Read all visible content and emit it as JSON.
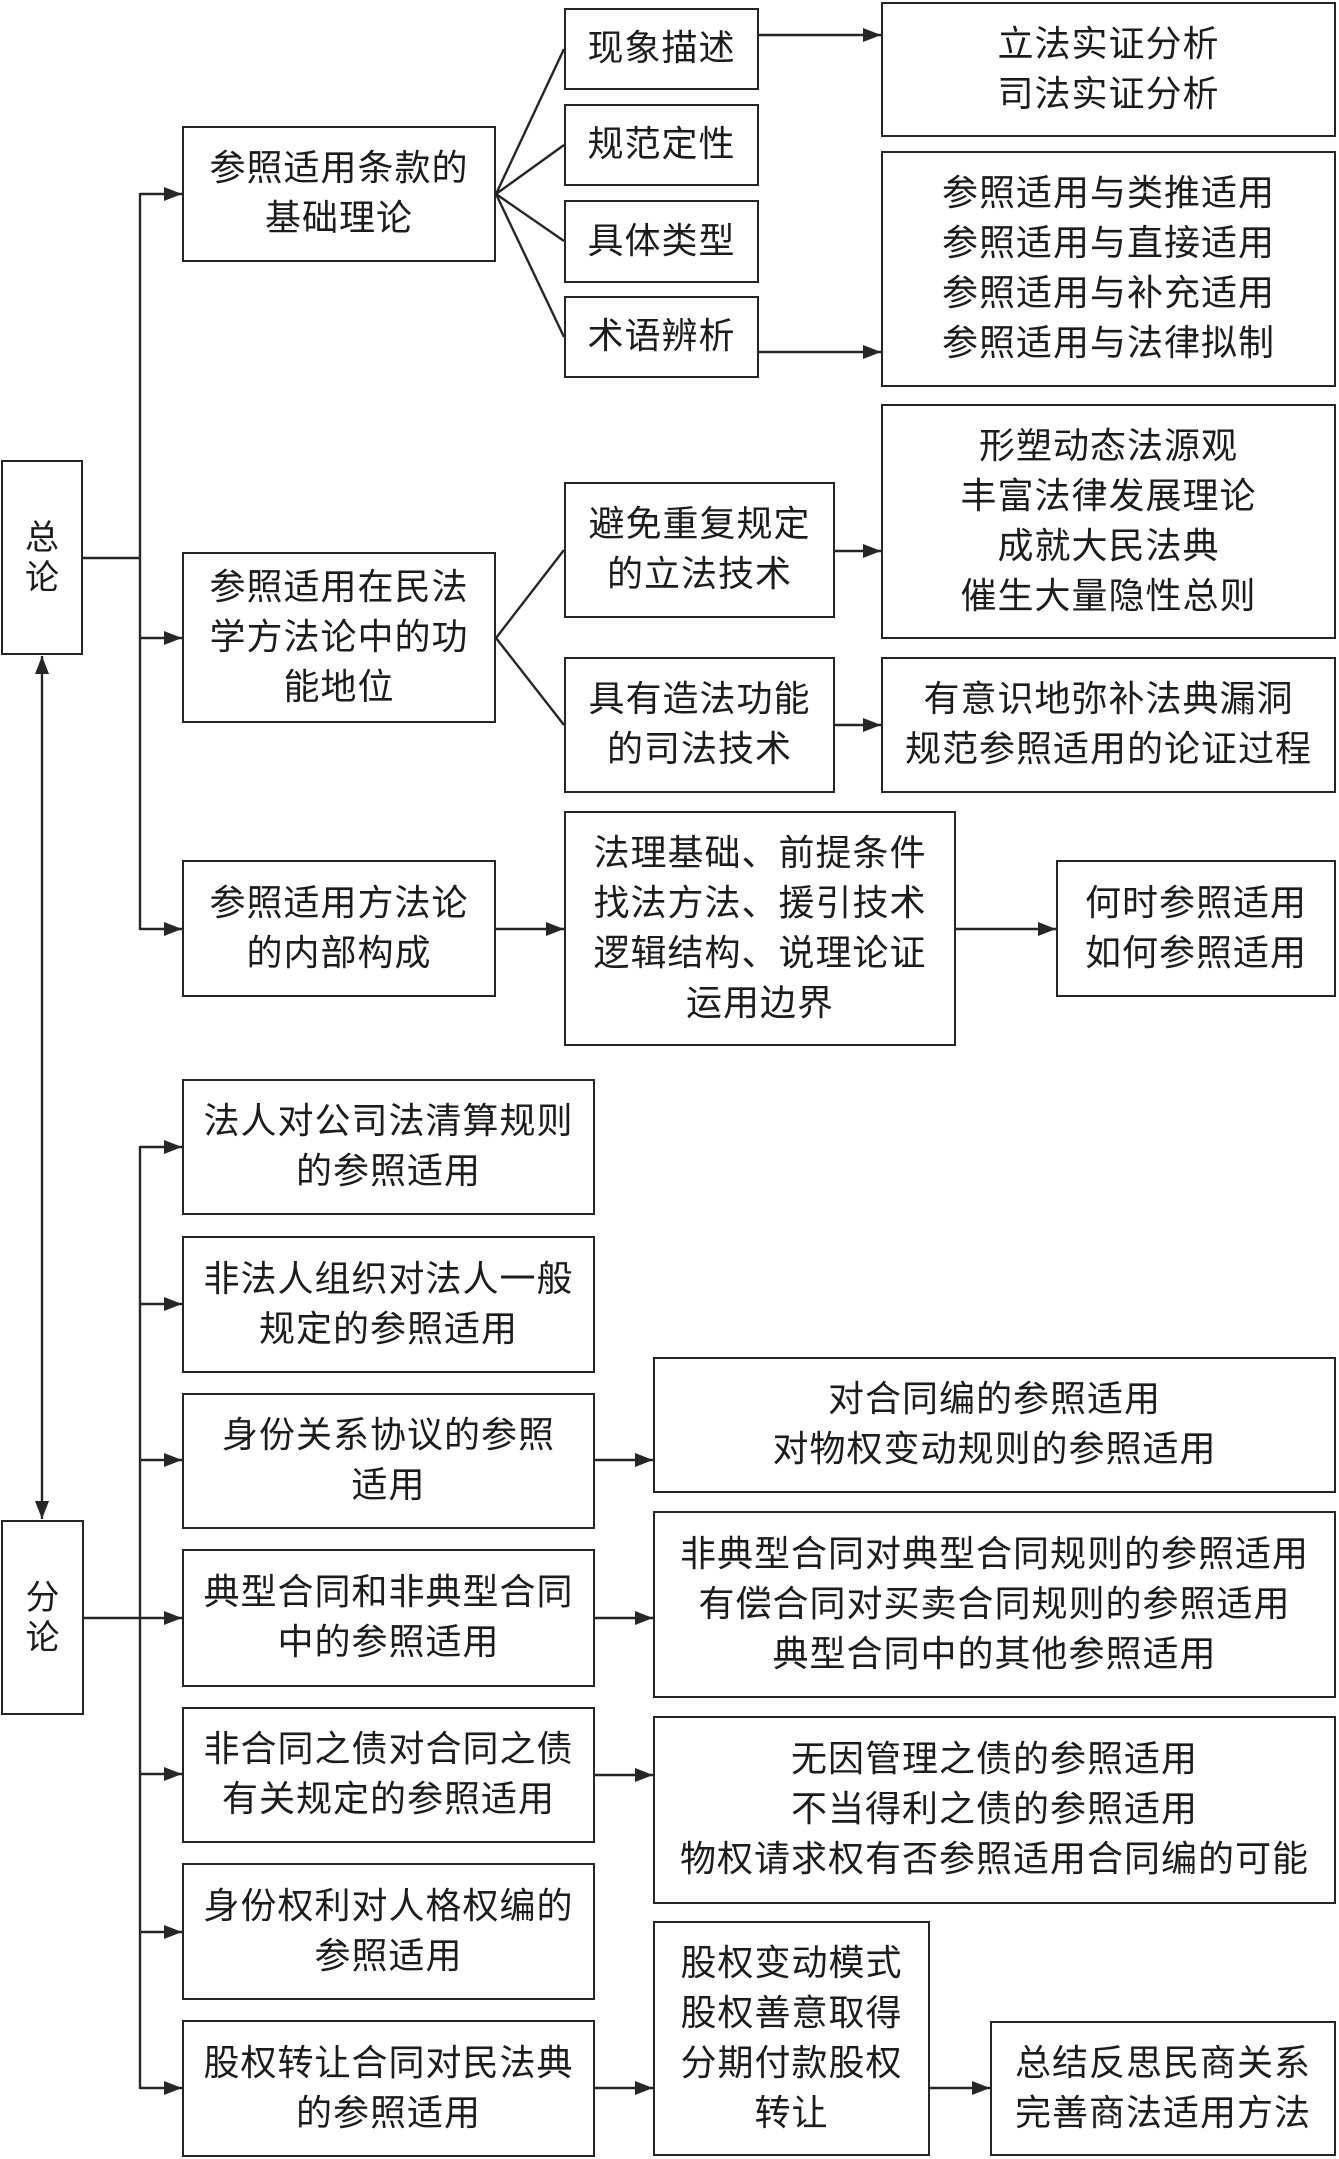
{
  "nodes": {
    "general": {
      "lines": [
        "总",
        "论"
      ]
    },
    "specific": {
      "lines": [
        "分",
        "论"
      ]
    },
    "g_basic_theory": {
      "lines": [
        "参照适用条款的",
        "基础理论"
      ]
    },
    "g_phenomenon": {
      "lines": [
        "现象描述"
      ]
    },
    "g_normative": {
      "lines": [
        "规范定性"
      ]
    },
    "g_types": {
      "lines": [
        "具体类型"
      ]
    },
    "g_terms": {
      "lines": [
        "术语辨析"
      ]
    },
    "g_empirical": {
      "lines": [
        "立法实证分析",
        "司法实证分析"
      ]
    },
    "g_term_pairs": {
      "lines": [
        "参照适用与类推适用",
        "参照适用与直接适用",
        "参照适用与补充适用",
        "参照适用与法律拟制"
      ]
    },
    "g_function": {
      "lines": [
        "参照适用在民法",
        "学方法论中的功",
        "能地位"
      ]
    },
    "g_legislative_technique": {
      "lines": [
        "避免重复规定",
        "的立法技术"
      ]
    },
    "g_judicial_technique": {
      "lines": [
        "具有造法功能",
        "的司法技术"
      ]
    },
    "g_legislative_effects": {
      "lines": [
        "形塑动态法源观",
        "丰富法律发展理论",
        "成就大民法典",
        "催生大量隐性总则"
      ]
    },
    "g_judicial_effects": {
      "lines": [
        "有意识地弥补法典漏洞",
        "规范参照适用的论证过程"
      ]
    },
    "g_internal_structure": {
      "lines": [
        "参照适用方法论",
        "的内部构成"
      ]
    },
    "g_components": {
      "lines": [
        "法理基础、前提条件",
        "找法方法、援引技术",
        "逻辑结构、说理论证",
        "运用边界"
      ]
    },
    "g_when_how": {
      "lines": [
        "何时参照适用",
        "如何参照适用"
      ]
    },
    "s_legal_person": {
      "lines": [
        "法人对公司法清算规则",
        "的参照适用"
      ]
    },
    "s_unincorporated": {
      "lines": [
        "非法人组织对法人一般",
        "规定的参照适用"
      ]
    },
    "s_status_agreement": {
      "lines": [
        "身份关系协议的参照",
        "适用"
      ]
    },
    "s_typical_contracts": {
      "lines": [
        "典型合同和非典型合同",
        "中的参照适用"
      ]
    },
    "s_non_contract_debts": {
      "lines": [
        "非合同之债对合同之债",
        "有关规定的参照适用"
      ]
    },
    "s_status_rights": {
      "lines": [
        "身份权利对人格权编的",
        "参照适用"
      ]
    },
    "s_equity_transfer": {
      "lines": [
        "股权转让合同对民法典",
        "的参照适用"
      ]
    },
    "s_status_agreement_detail": {
      "lines": [
        "对合同编的参照适用",
        "对物权变动规则的参照适用"
      ]
    },
    "s_typical_contracts_detail": {
      "lines": [
        "非典型合同对典型合同规则的参照适用",
        "有偿合同对买卖合同规则的参照适用",
        "典型合同中的其他参照适用"
      ]
    },
    "s_non_contract_debts_detail": {
      "lines": [
        "无因管理之债的参照适用",
        "不当得利之债的参照适用",
        "物权请求权有否参照适用合同编的可能"
      ]
    },
    "s_equity_transfer_detail": {
      "lines": [
        "股权变动模式",
        "股权善意取得",
        "分期付款股权",
        "转让"
      ]
    },
    "s_equity_transfer_conclusion": {
      "lines": [
        "总结反思民商关系",
        "完善商法适用方法"
      ]
    }
  },
  "edges": [
    {
      "from": "general",
      "to": "specific",
      "style": "bidirectional-arrow"
    },
    {
      "from": "general",
      "to": "g_basic_theory",
      "style": "arrow"
    },
    {
      "from": "general",
      "to": "g_function",
      "style": "arrow"
    },
    {
      "from": "general",
      "to": "g_internal_structure",
      "style": "arrow"
    },
    {
      "from": "g_basic_theory",
      "to": "g_phenomenon",
      "style": "line"
    },
    {
      "from": "g_basic_theory",
      "to": "g_normative",
      "style": "line"
    },
    {
      "from": "g_basic_theory",
      "to": "g_types",
      "style": "line"
    },
    {
      "from": "g_basic_theory",
      "to": "g_terms",
      "style": "line"
    },
    {
      "from": "g_phenomenon",
      "to": "g_empirical",
      "style": "arrow"
    },
    {
      "from": "g_terms",
      "to": "g_term_pairs",
      "style": "arrow"
    },
    {
      "from": "g_function",
      "to": "g_legislative_technique",
      "style": "line"
    },
    {
      "from": "g_function",
      "to": "g_judicial_technique",
      "style": "line"
    },
    {
      "from": "g_legislative_technique",
      "to": "g_legislative_effects",
      "style": "arrow"
    },
    {
      "from": "g_judicial_technique",
      "to": "g_judicial_effects",
      "style": "arrow"
    },
    {
      "from": "g_internal_structure",
      "to": "g_components",
      "style": "arrow"
    },
    {
      "from": "g_components",
      "to": "g_when_how",
      "style": "arrow"
    },
    {
      "from": "specific",
      "to": "s_legal_person",
      "style": "arrow"
    },
    {
      "from": "specific",
      "to": "s_unincorporated",
      "style": "arrow"
    },
    {
      "from": "specific",
      "to": "s_status_agreement",
      "style": "arrow"
    },
    {
      "from": "specific",
      "to": "s_typical_contracts",
      "style": "arrow"
    },
    {
      "from": "specific",
      "to": "s_non_contract_debts",
      "style": "arrow"
    },
    {
      "from": "specific",
      "to": "s_status_rights",
      "style": "arrow"
    },
    {
      "from": "specific",
      "to": "s_equity_transfer",
      "style": "arrow"
    },
    {
      "from": "s_status_agreement",
      "to": "s_status_agreement_detail",
      "style": "arrow"
    },
    {
      "from": "s_typical_contracts",
      "to": "s_typical_contracts_detail",
      "style": "arrow"
    },
    {
      "from": "s_non_contract_debts",
      "to": "s_non_contract_debts_detail",
      "style": "arrow"
    },
    {
      "from": "s_equity_transfer",
      "to": "s_equity_transfer_detail",
      "style": "arrow"
    },
    {
      "from": "s_equity_transfer_detail",
      "to": "s_equity_transfer_conclusion",
      "style": "arrow"
    }
  ],
  "colors": {
    "line": "#262626",
    "text": "#1c1c1c",
    "background": "#ffffff"
  }
}
